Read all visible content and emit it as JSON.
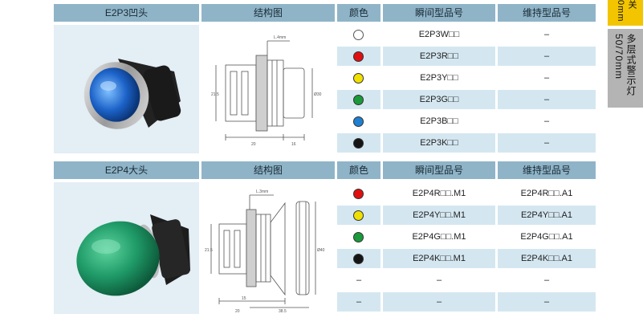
{
  "section1": {
    "header": {
      "name": "E2P3凹头",
      "diagram": "结构图",
      "color": "颜色",
      "momentary": "瞬间型品号",
      "maintained": "维持型品号"
    },
    "rows": [
      {
        "color": "#ffffff",
        "momentary": "E2P3W□□",
        "maintained": "–"
      },
      {
        "color": "#e01010",
        "momentary": "E2P3R□□",
        "maintained": "–"
      },
      {
        "color": "#f0e000",
        "momentary": "E2P3Y□□",
        "maintained": "–"
      },
      {
        "color": "#1a9a3a",
        "momentary": "E2P3G□□",
        "maintained": "–"
      },
      {
        "color": "#1f7fd0",
        "momentary": "E2P3B□□",
        "maintained": "–"
      },
      {
        "color": "#151515",
        "momentary": "E2P3K□□",
        "maintained": "–"
      }
    ]
  },
  "section2": {
    "header": {
      "name": "E2P4大头",
      "diagram": "结构图",
      "color": "颜色",
      "momentary": "瞬间型品号",
      "maintained": "维持型品号"
    },
    "rows": [
      {
        "color": "#e01010",
        "momentary": "E2P4R□□.M1",
        "maintained": "E2P4R□□.A1"
      },
      {
        "color": "#f0e000",
        "momentary": "E2P4Y□□.M1",
        "maintained": "E2P4Y□□.A1"
      },
      {
        "color": "#1a9a3a",
        "momentary": "E2P4G□□.M1",
        "maintained": "E2P4G□□.A1"
      },
      {
        "color": "#151515",
        "momentary": "E2P4K□□.M1",
        "maintained": "E2P4K□□.A1"
      },
      {
        "color": "",
        "color_text": "–",
        "momentary": "–",
        "maintained": "–"
      },
      {
        "color": "",
        "color_text": "–",
        "momentary": "–",
        "maintained": "–"
      }
    ]
  },
  "diagram_labels": {
    "d1_top": "L.4mm",
    "d1_left": "21.5",
    "d1_right": "Ø30",
    "d1_b1": "20",
    "d1_b2": "16",
    "d2_top": "L.3mm",
    "d2_left": "21.5",
    "d2_right": "Ø40",
    "d2_b1": "15",
    "d2_b2": "20",
    "d2_b3": "38.5"
  },
  "side_tab": {
    "top_text": "关\n0mm",
    "main_text": "多层式警示灯\n50/70mm"
  }
}
